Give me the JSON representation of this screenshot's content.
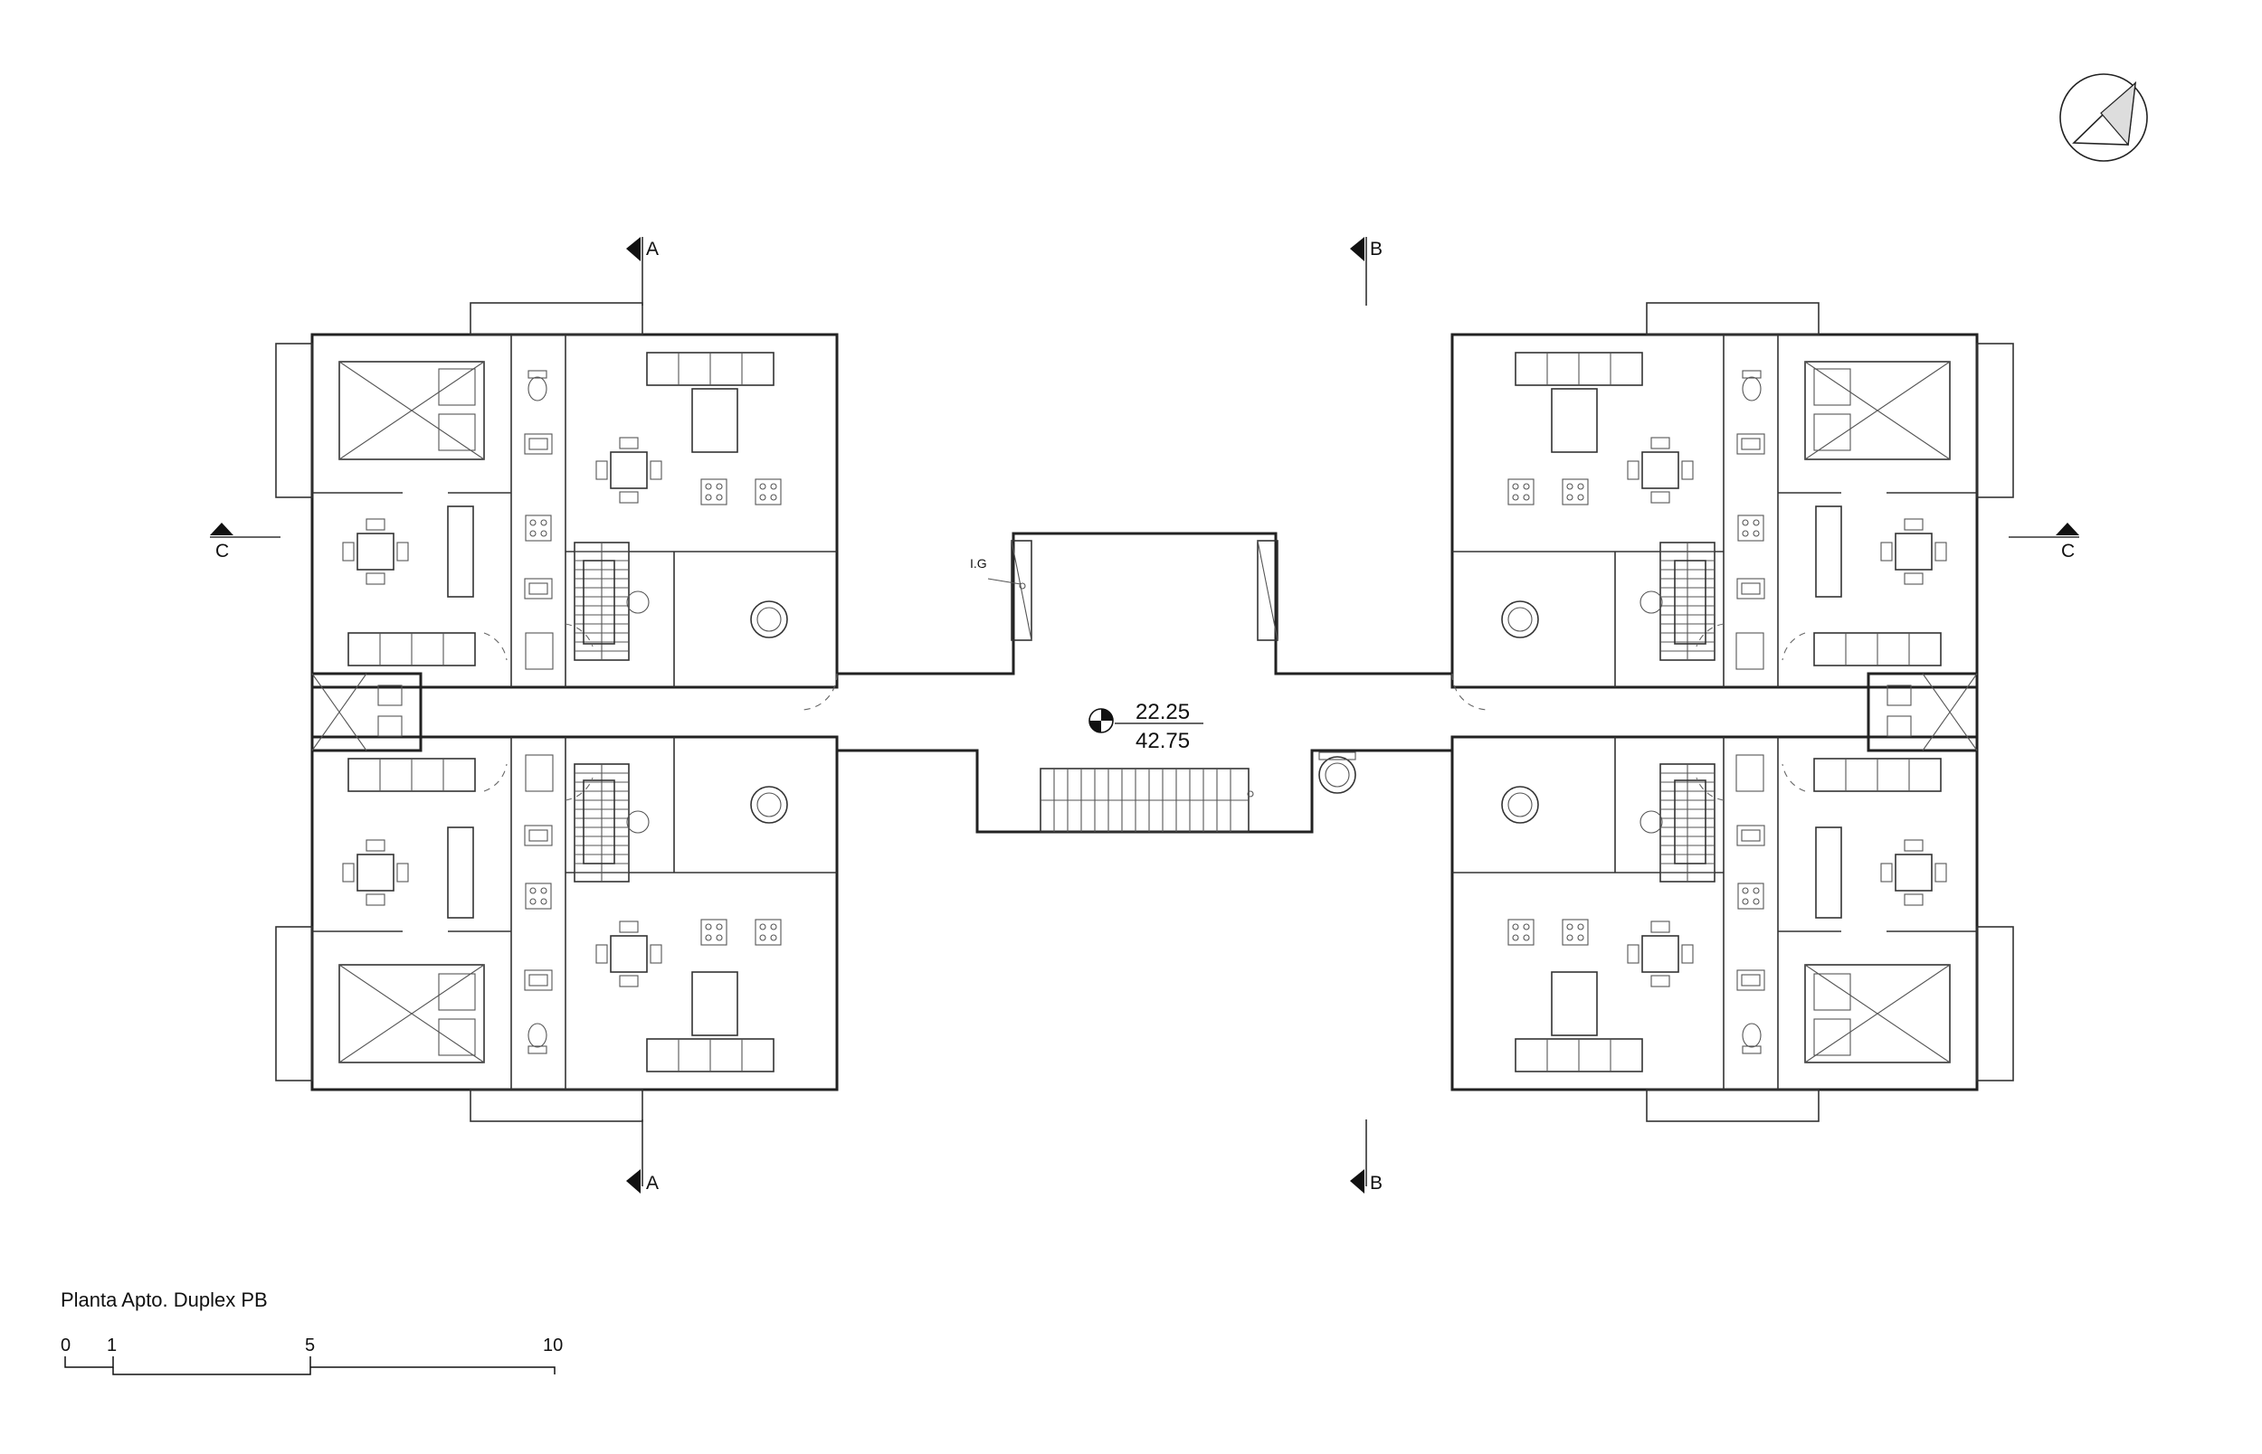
{
  "title": "Planta Apto. Duplex PB",
  "section_markers": {
    "a_top": "A",
    "a_bottom": "A",
    "b_top": "B",
    "b_bottom": "B",
    "c_left": "C",
    "c_right": "C"
  },
  "elevation": {
    "upper": "22.25",
    "lower": "42.75"
  },
  "gas_meter_label": "I.G",
  "scale_bar": {
    "ticks": [
      "0",
      "1",
      "5",
      "10"
    ]
  },
  "north_arrow_icon": "north-arrow-icon",
  "colors": {
    "line": "#222222",
    "background": "#ffffff"
  }
}
